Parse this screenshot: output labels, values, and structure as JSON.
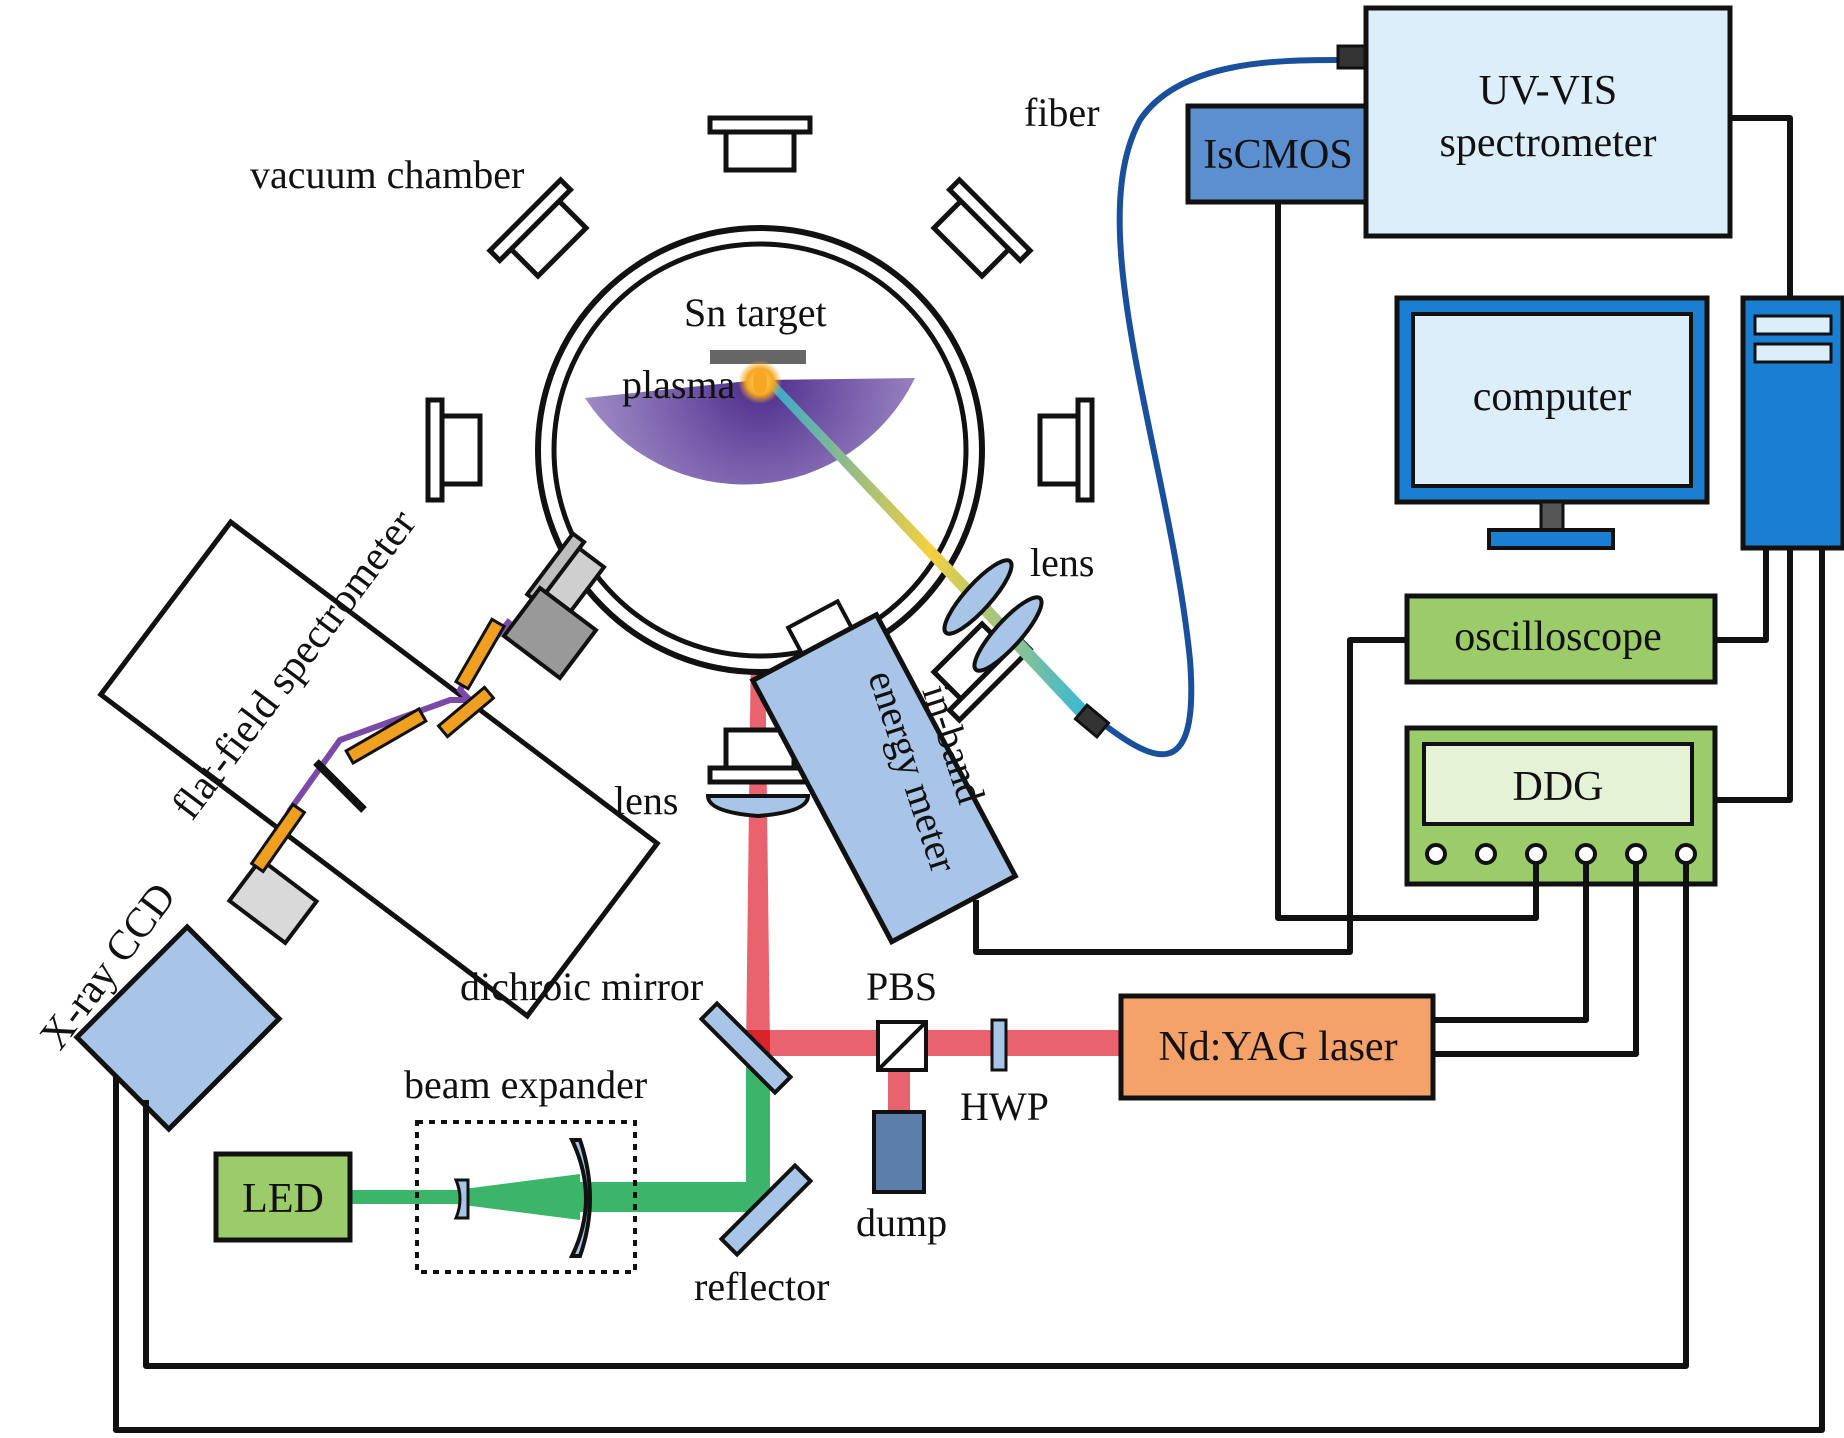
{
  "labels": {
    "vacuum_chamber": "vacuum chamber",
    "sn_target": "Sn target",
    "plasma": "plasma",
    "fiber": "fiber",
    "iscmos": "IsCMOS",
    "uv_vis_line1": "UV-VIS",
    "uv_vis_line2": "spectrometer",
    "computer": "computer",
    "lens_right": "lens",
    "oscilloscope": "oscilloscope",
    "flat_field_spectrometer": "flat-field spectrometer",
    "in_band_line1": "in-band",
    "in_band_line2": "energy meter",
    "lens_center": "lens",
    "ddg": "DDG",
    "x_ray_ccd": "X-ray CCD",
    "dichroic_mirror": "dichroic mirror",
    "pbs": "PBS",
    "nd_yag_laser": "Nd:YAG laser",
    "beam_expander": "beam expander",
    "hwp": "HWP",
    "led": "LED",
    "dump": "dump",
    "reflector": "reflector"
  },
  "colors": {
    "laser_beam": "#e8636e",
    "led_beam": "#3cb56a",
    "plasma_glow": "#f5a623",
    "euv_fan": "#5b3e9a",
    "fiber": "#1a4f9c",
    "optic_blue": "#a8c4e6",
    "mirror_orange": "#f0a020",
    "instrument_green": "#9ccc6a",
    "laser_orange": "#f5a26a",
    "computer_blue": "#1a7fd0",
    "light_box": "#dbeef9",
    "iscmos_blue": "#5b8fcf",
    "dump_blue": "#5b7fa8"
  }
}
